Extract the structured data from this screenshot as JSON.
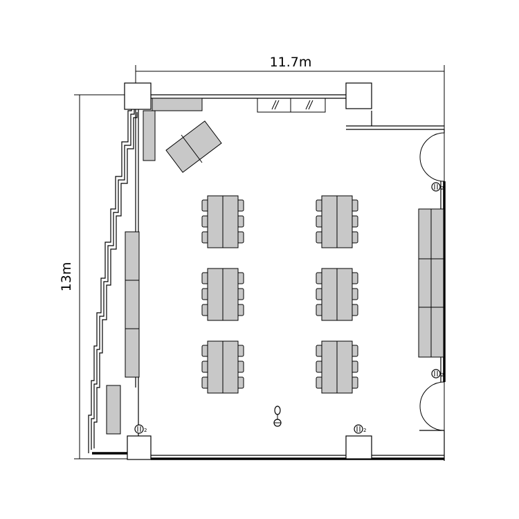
{
  "dimensions": {
    "width_label": "11.7m",
    "height_label": "13m"
  },
  "outlet_label": "2",
  "colors": {
    "furniture": "#c8c8c8",
    "line": "#000000",
    "background": "#ffffff"
  }
}
